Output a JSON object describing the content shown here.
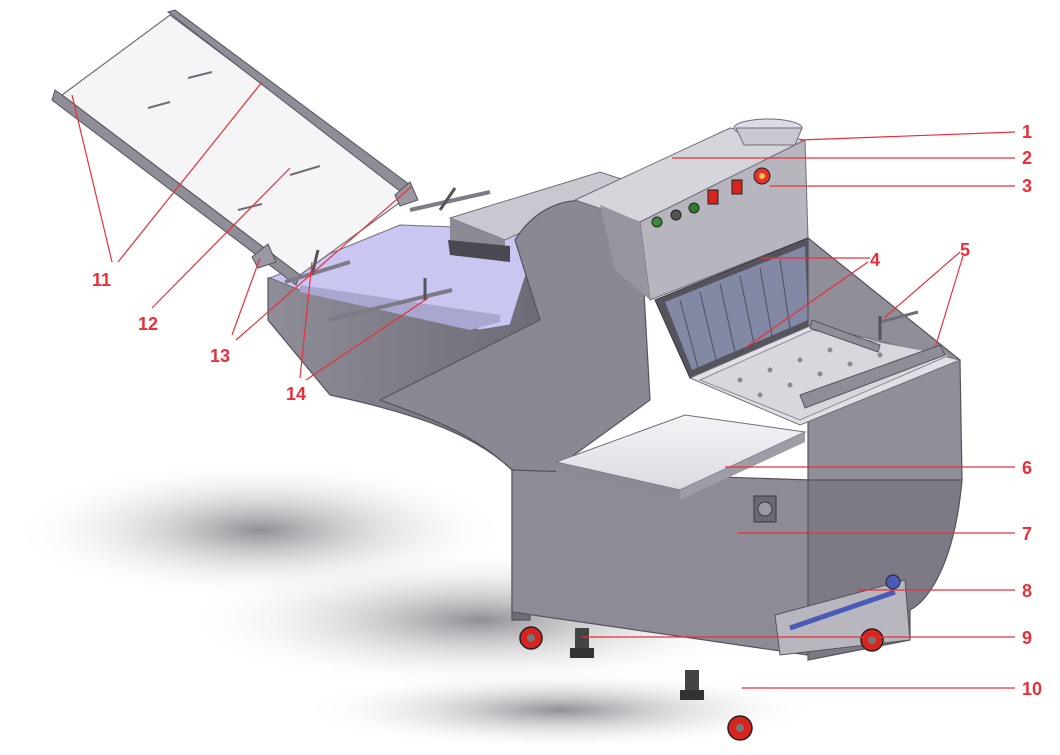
{
  "colors": {
    "label": "#e8303a",
    "leader": "#e8303a",
    "steel_light": "#c9c7cf",
    "steel_mid": "#9a98a2",
    "steel_dark": "#6f6d77",
    "steel_shadow": "#55535c",
    "blue_tint": "#c9c6f2",
    "wheel": "#d8241e",
    "shadow": "#9c9aa0"
  },
  "callouts": [
    {
      "id": "1",
      "label": "1"
    },
    {
      "id": "2",
      "label": "2"
    },
    {
      "id": "3",
      "label": "3"
    },
    {
      "id": "4",
      "label": "4"
    },
    {
      "id": "5",
      "label": "5"
    },
    {
      "id": "6",
      "label": "6"
    },
    {
      "id": "7",
      "label": "7"
    },
    {
      "id": "8",
      "label": "8"
    },
    {
      "id": "9",
      "label": "9"
    },
    {
      "id": "10",
      "label": "10"
    },
    {
      "id": "11",
      "label": "11"
    },
    {
      "id": "12",
      "label": "12"
    },
    {
      "id": "13",
      "label": "13"
    },
    {
      "id": "14",
      "label": "14"
    }
  ],
  "icons": {
    "machine": "bread-slicer-machine-icon"
  }
}
